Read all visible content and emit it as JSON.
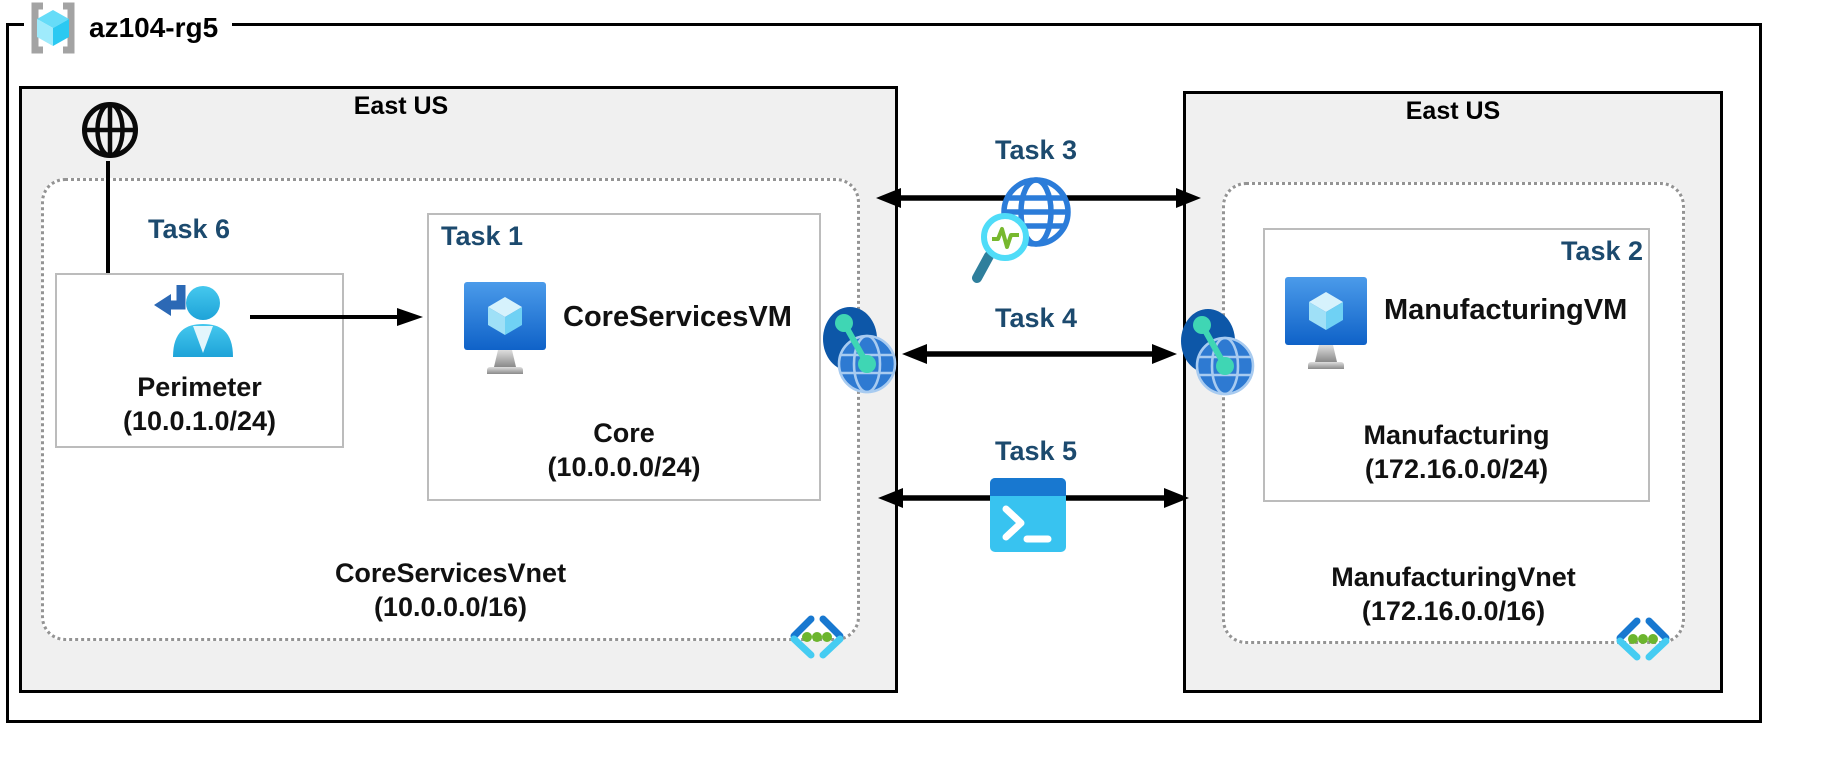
{
  "resource_group": {
    "label": "az104-rg5"
  },
  "left_region": {
    "title": "East US",
    "task6_label": "Task 6",
    "task1_label": "Task 1",
    "perimeter_subnet": {
      "name": "Perimeter",
      "cidr": "(10.0.1.0/24)"
    },
    "vm_name": "CoreServicesVM",
    "core_subnet": {
      "name": "Core",
      "cidr": "(10.0.0.0/24)"
    },
    "vnet": {
      "name": "CoreServicesVnet",
      "cidr": "(10.0.0.0/16)"
    }
  },
  "right_region": {
    "title": "East US",
    "task2_label": "Task 2",
    "vm_name": "ManufacturingVM",
    "subnet": {
      "name": "Manufacturing",
      "cidr": "(172.16.0.0/24)"
    },
    "vnet": {
      "name": "ManufacturingVnet",
      "cidr": "(172.16.0.0/16)"
    }
  },
  "connections": {
    "task3": {
      "label": "Task 3",
      "icon": "network-watcher-icon"
    },
    "task4": {
      "label": "Task 4",
      "icon": "vnet-peering-icon"
    },
    "task5": {
      "label": "Task 5",
      "icon": "powershell-icon"
    }
  },
  "icons": {
    "resource_group": "resource-group-icon",
    "internet": "internet-globe-icon",
    "perimeter_user": "user-sign-in-icon",
    "virtual_machine": "virtual-machine-icon",
    "virtual_network": "virtual-network-icon",
    "vnet_peering": "vnet-peering-icon",
    "network_watcher": "network-watcher-icon",
    "cloud_shell": "powershell-icon"
  },
  "colors": {
    "task_label": "#1c4a6e",
    "region_background": "#f0f0f0",
    "region_border": "#000000",
    "dotted_border": "#949494",
    "inner_box_border": "#bcbcbc",
    "arrow": "#000000",
    "vm_blue": "#1467c8",
    "cyan": "#45ccf2",
    "green_dot": "#6cb52e",
    "teal": "#3fd6b4"
  }
}
